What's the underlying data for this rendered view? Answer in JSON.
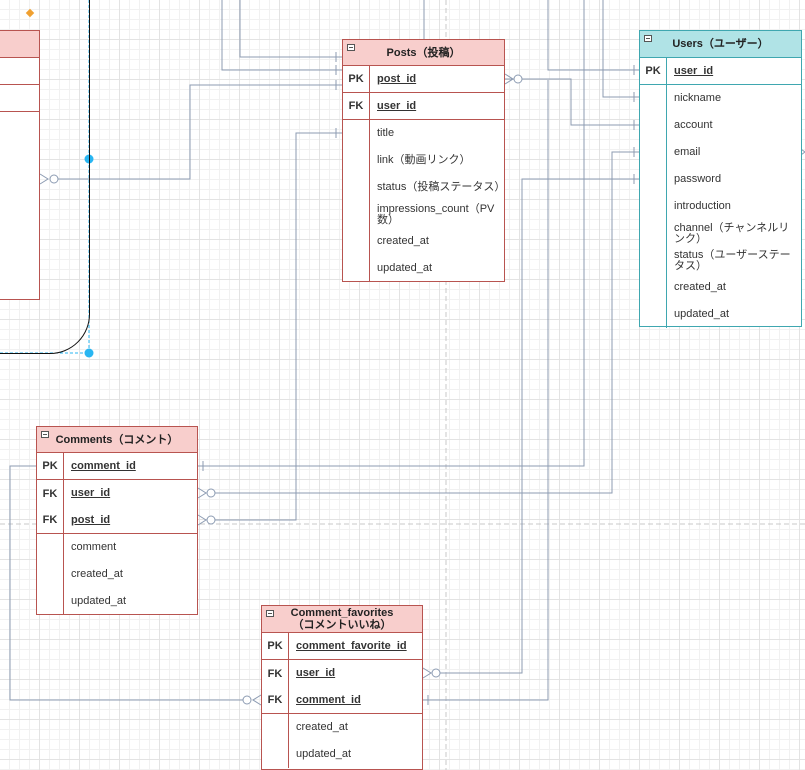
{
  "entities": {
    "posts": {
      "title": "Posts（投稿）",
      "pk": {
        "key": "PK",
        "name": "post_id"
      },
      "fk": [
        {
          "key": "FK",
          "name": "user_id"
        }
      ],
      "fields": [
        "title",
        "link（動画リンク）",
        "status（投稿ステータス）",
        "impressions_count（PV数）",
        "created_at",
        "updated_at"
      ]
    },
    "users": {
      "title": "Users（ユーザー）",
      "pk": {
        "key": "PK",
        "name": "user_id"
      },
      "fields": [
        "nickname",
        "account",
        "email",
        "password",
        "introduction",
        "channel（チャンネルリンク）",
        "status（ユーザーステータス）",
        "created_at",
        "updated_at"
      ]
    },
    "comments": {
      "title": "Comments（コメント）",
      "pk": {
        "key": "PK",
        "name": "comment_id"
      },
      "fk": [
        {
          "key": "FK",
          "name": "user_id"
        },
        {
          "key": "FK",
          "name": "post_id"
        }
      ],
      "fields": [
        "comment",
        "created_at",
        "updated_at"
      ]
    },
    "comment_favorites": {
      "title_line1": "Comment_favorites",
      "title_line2": "（コメントいいね）",
      "pk": {
        "key": "PK",
        "name": "comment_favorite_id"
      },
      "fk": [
        {
          "key": "FK",
          "name": "user_id"
        },
        {
          "key": "FK",
          "name": "comment_id"
        }
      ],
      "fields": [
        "created_at",
        "updated_at"
      ]
    }
  },
  "colors": {
    "entity_fill": "#f8cecc",
    "entity_stroke": "#b85450",
    "users_fill": "#b0e3e6",
    "users_stroke": "#3fa7b0",
    "connector": "#8c9bb2",
    "selection_handle": "#29b6f2",
    "guide": "#c8c8c8",
    "marker": "#f0a030"
  }
}
